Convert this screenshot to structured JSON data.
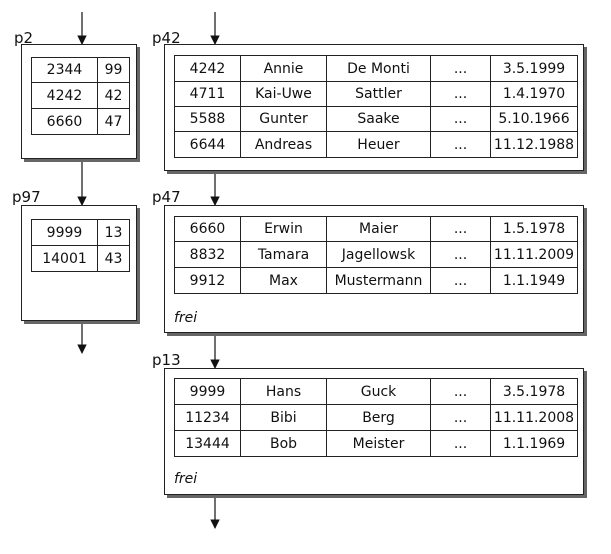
{
  "pages": [
    {
      "id": "p2",
      "label": "p2",
      "rows": [
        [
          "2344",
          "99"
        ],
        [
          "4242",
          "42"
        ],
        [
          "6660",
          "47"
        ]
      ]
    },
    {
      "id": "p97",
      "label": "p97",
      "rows": [
        [
          "9999",
          "13"
        ],
        [
          "14001",
          "43"
        ]
      ]
    },
    {
      "id": "p42",
      "label": "p42",
      "rows": [
        [
          "4242",
          "Annie",
          "De Monti",
          "...",
          "3.5.1999"
        ],
        [
          "4711",
          "Kai-Uwe",
          "Sattler",
          "...",
          "1.4.1970"
        ],
        [
          "5588",
          "Gunter",
          "Saake",
          "...",
          "5.10.1966"
        ],
        [
          "6644",
          "Andreas",
          "Heuer",
          "...",
          "11.12.1988"
        ]
      ]
    },
    {
      "id": "p47",
      "label": "p47",
      "rows": [
        [
          "6660",
          "Erwin",
          "Maier",
          "...",
          "1.5.1978"
        ],
        [
          "8832",
          "Tamara",
          "Jagellowsk",
          "...",
          "11.11.2009"
        ],
        [
          "9912",
          "Max",
          "Mustermann",
          "...",
          "1.1.1949"
        ]
      ],
      "free": "frei"
    },
    {
      "id": "p13",
      "label": "p13",
      "rows": [
        [
          "9999",
          "Hans",
          "Guck",
          "...",
          "3.5.1978"
        ],
        [
          "11234",
          "Bibi",
          "Berg",
          "...",
          "11.11.2008"
        ],
        [
          "13444",
          "Bob",
          "Meister",
          "...",
          "1.1.1969"
        ]
      ],
      "free": "frei"
    }
  ]
}
